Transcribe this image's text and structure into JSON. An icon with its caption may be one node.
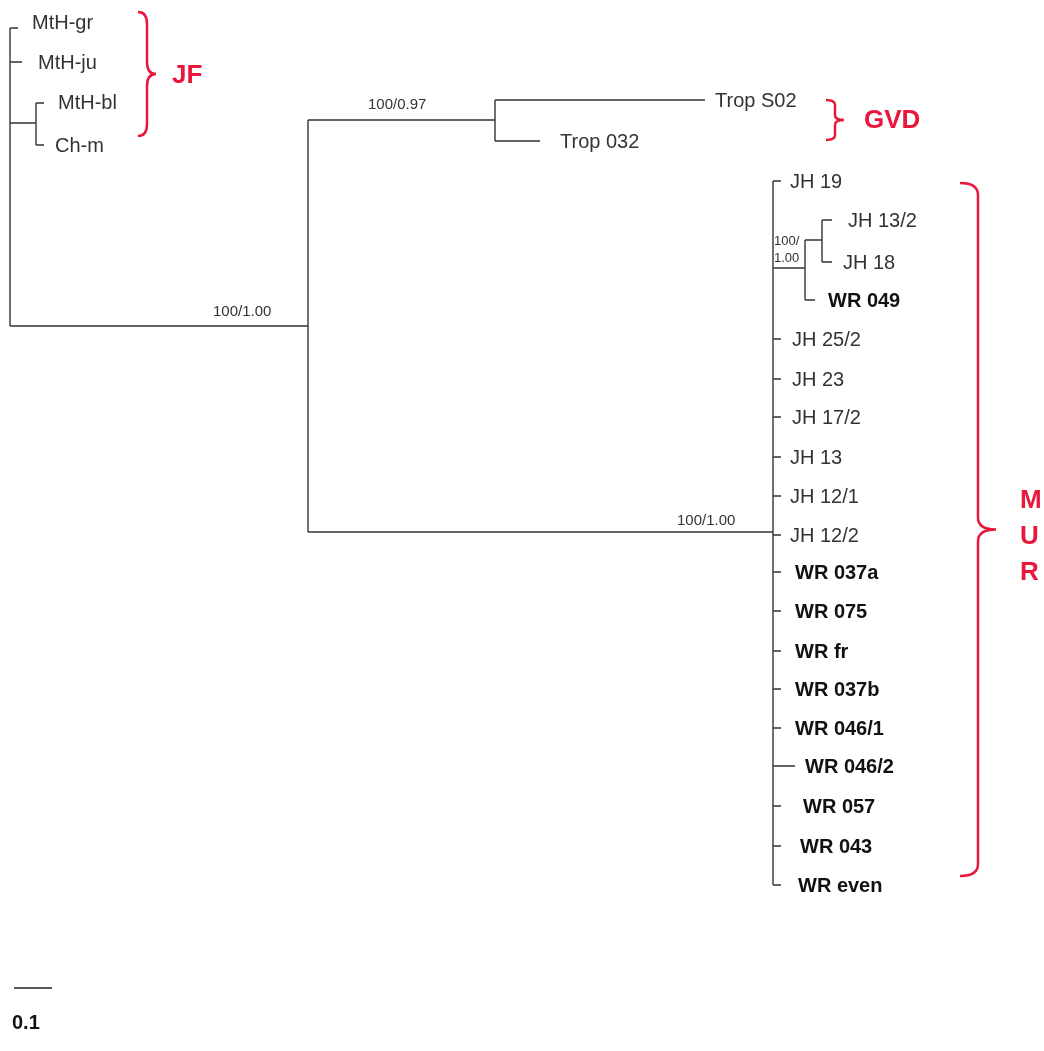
{
  "diagram": {
    "labels": [
      "MtH-gr",
      "MtH-ju",
      "JF",
      "MtH-bl",
      "100/0.97",
      "Trop S02",
      "GVD",
      "Ch-m",
      "Trop 032",
      "JH 19",
      "JH 13/2",
      "100/ 1.00",
      "JH 18",
      "WR 049",
      "100/1.00",
      "JH 25/2",
      "JH 23",
      "JH 17/2",
      "JH 13",
      "JH 12/1",
      "MUR",
      "100/1.00",
      "JH 12/2",
      "WR 037a",
      "WR 075",
      "WR fr",
      "WR 037b",
      "WR 046/1",
      "WR 046/2",
      "WR 057",
      "WR 043",
      "WR even",
      "0.1"
    ]
  }
}
